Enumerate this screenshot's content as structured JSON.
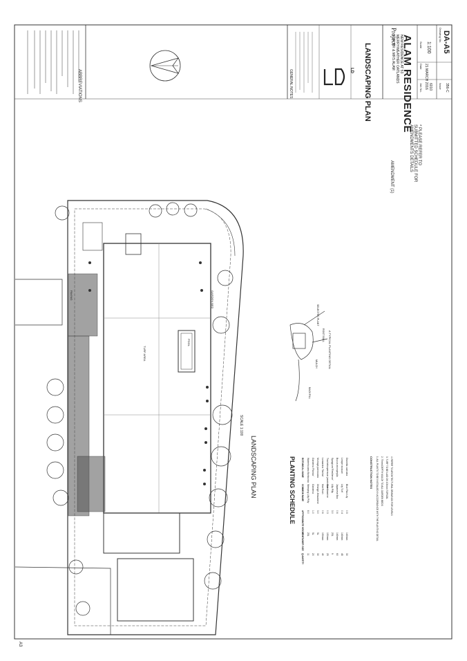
{
  "sheet": {
    "abbreviations_label": "ABBREVIATIONS",
    "general_notes_label": "GENERAL NOTES",
    "firm_initials": "LD",
    "project_label": "Project",
    "drawing_title": "LANDSCAPING PLAN",
    "project_name": "ALAM RESIDENCE",
    "project_address": "NEW RESIDENCE AT 53 MERRYWEATHER OATLANDS FOR MR & MRS ALAM",
    "date_label": "Date",
    "date_value": "21 MARCH 2016",
    "scale_label": "Scale",
    "scale_value": "1:100",
    "job_label": "Job No.",
    "job_value": "6010",
    "drawing_no_label": "Drawing No.",
    "drawing_no_value": "DA-A5",
    "issue_label": "Issue",
    "issue_value": "356-C",
    "sheet_size": "A3"
  },
  "plan": {
    "title": "LANDSCAPING PLAN",
    "scale_note": "SCALE 1:100",
    "labels": {
      "turf_area": "TURF AREA",
      "garden_bed": "GARDEN BED",
      "paving": "PAVING",
      "pool": "POOL"
    }
  },
  "amendment": {
    "note": "* PLEASE REFER TO SUBMITTED SCHEDULE FOR AMENDMENTS DETAILS",
    "label": "AMENDMENT (1)"
  },
  "detail": {
    "title": "A TYPICAL PLANTING DETAIL",
    "labels": [
      "SELECTED PLANT",
      "ROOT BALL",
      "MULCH",
      "BACKFILL"
    ]
  },
  "schedule": {
    "title": "PLANTING SCHEDULE",
    "headers": [
      "BOTANICAL NAME",
      "COMMON NAME",
      "APPROXIMATE HEIGHT",
      "CONTAINER SIZE",
      "QUANTITY"
    ],
    "rows": [
      [
        "Waterhousea floribunda",
        "Weeping Lilly Pilly",
        "8.0",
        "25L",
        "11"
      ],
      [
        "Gardenia 'Florida'",
        "Gardenia",
        "1.0",
        "5L",
        "20"
      ],
      [
        "Murraya paniculata",
        "Orange Jessamine",
        "3.0",
        "5L",
        "30"
      ],
      [
        "Lomandra 'Tanika'",
        "Mat Rush",
        "0.6",
        "150mm",
        "40"
      ],
      [
        "Trachelospermum jasminoides",
        "Star Jasmine",
        "0.3",
        "150mm",
        "25"
      ],
      [
        "Syzygium 'Resilience'",
        "Lilly Pilly",
        "3.0",
        "25L",
        "9"
      ],
      [
        "Buxus microphylla",
        "Japanese Box",
        "0.6",
        "140mm",
        "60"
      ],
      [
        "Liriope muscari",
        "Lily Turf",
        "0.4",
        "140mm",
        "45"
      ],
      [
        "Dianella caerulea",
        "Blue Flax Lily",
        "0.5",
        "140mm",
        "30"
      ]
    ],
    "notes_title": "CONSTRUCTION NOTES",
    "notes": [
      "1. ALL PLANTS TO BE INSTALLED IN ACCORDANCE WITH THE PLANTING DETAIL",
      "2. 75mm DEPTH MULCH TO ALL GARDEN BEDS",
      "3. TURF TO BE LAID ON 100mm TOPSOIL",
      "4. REFER TO ARCHITECTURAL DRAWINGS FOR LEVELS"
    ]
  }
}
